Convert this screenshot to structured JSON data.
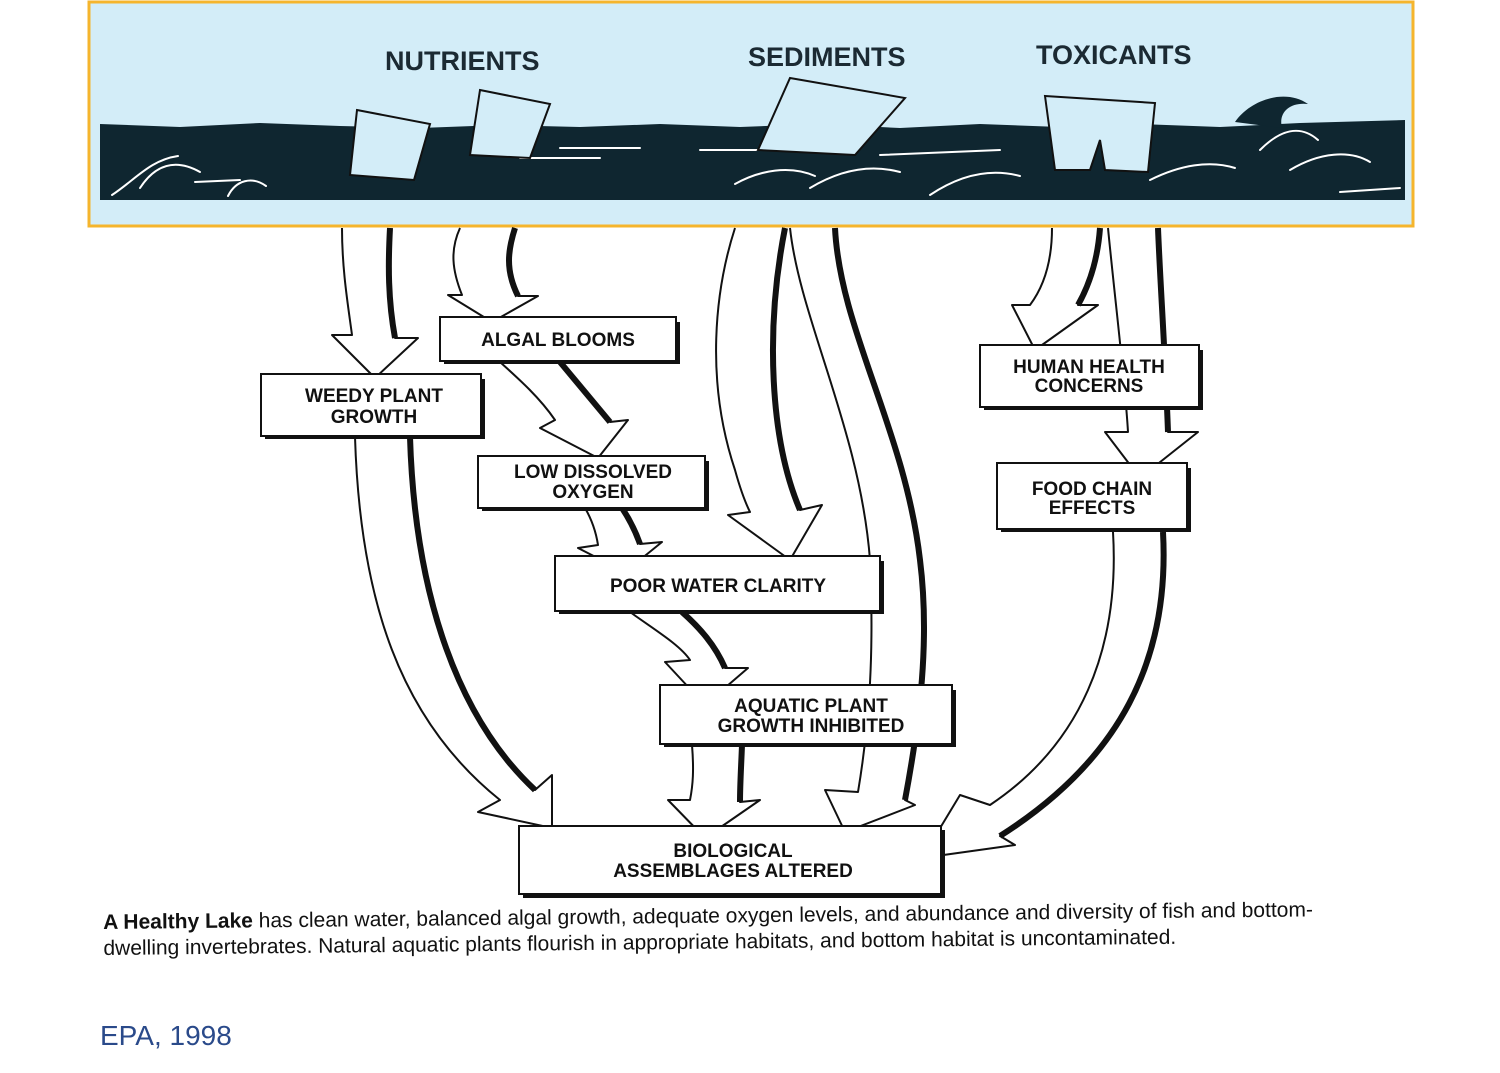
{
  "header": {
    "nutrients": "NUTRIENTS",
    "sediments": "SEDIMENTS",
    "toxicants": "TOXICANTS"
  },
  "boxes": {
    "algal_blooms": [
      "ALGAL BLOOMS"
    ],
    "weedy_plant_growth": [
      "WEEDY PLANT",
      "GROWTH"
    ],
    "low_dissolved_oxygen": [
      "LOW DISSOLVED",
      "OXYGEN"
    ],
    "poor_water_clarity": [
      "POOR WATER CLARITY"
    ],
    "aquatic_plant_growth_inhibited": [
      "AQUATIC PLANT",
      "GROWTH INHIBITED"
    ],
    "biological_assemblages_altered": [
      "BIOLOGICAL",
      "ASSEMBLAGES ALTERED"
    ],
    "human_health_concerns": [
      "HUMAN HEALTH",
      "CONCERNS"
    ],
    "food_chain_effects": [
      "FOOD CHAIN",
      "EFFECTS"
    ]
  },
  "caption": {
    "lead": "A Healthy Lake",
    "body": " has clean water, balanced algal growth, adequate oxygen  levels, and abundance and diversity of fish and bottom-dwelling invertebrates.  Natural aquatic plants flourish in appropriate habitats, and bottom habitat is uncontaminated."
  },
  "source": "EPA, 1998",
  "colors": {
    "sky": "#d3edf8",
    "highlight_border": "#f5b52d",
    "water": "#0f2630",
    "ink": "#111111",
    "source_text": "#2a4a8a"
  }
}
